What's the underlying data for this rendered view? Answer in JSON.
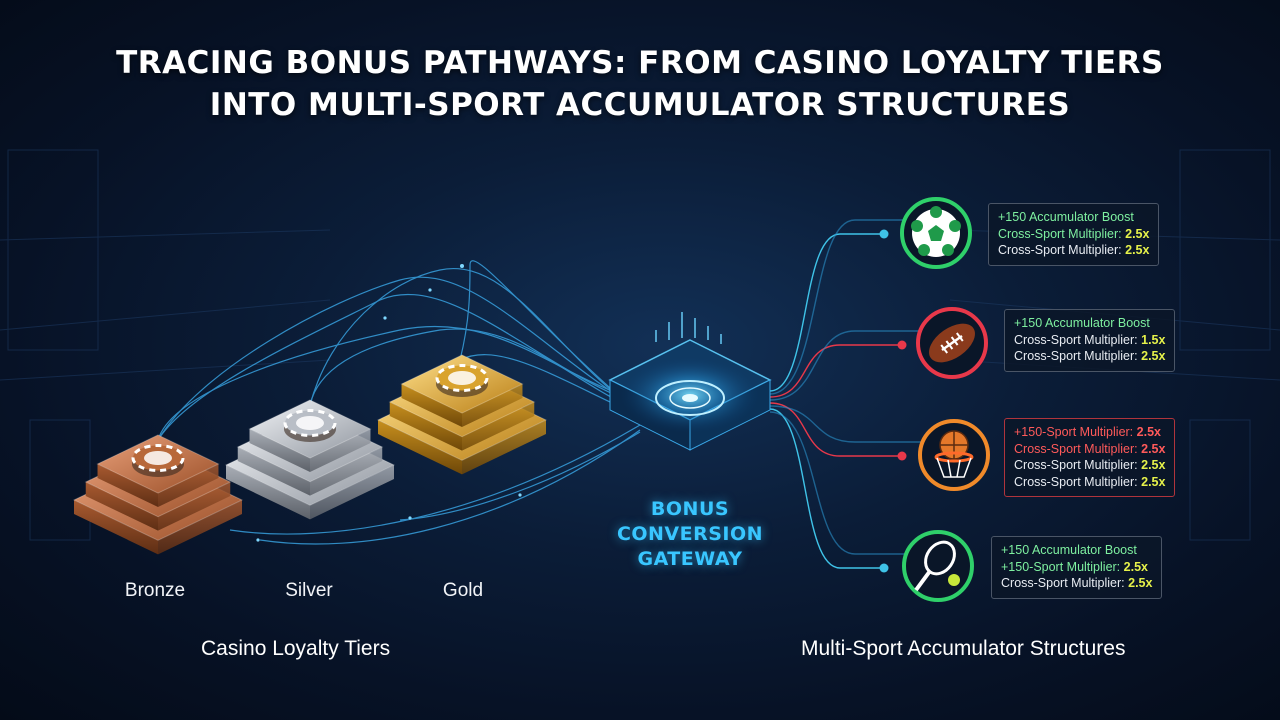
{
  "title": {
    "line1": "TRACING BONUS PATHWAYS: FROM CASINO LOYALTY TIERS",
    "line2": "INTO MULTI-SPORT ACCUMULATOR STRUCTURES"
  },
  "tiers": {
    "section_label": "Casino Loyalty Tiers",
    "items": [
      {
        "label": "Bronze",
        "color": "#b8683a"
      },
      {
        "label": "Silver",
        "color": "#b9bec6"
      },
      {
        "label": "Gold",
        "color": "#d9a32e"
      }
    ]
  },
  "gateway": {
    "line1": "BONUS",
    "line2": "CONVERSION",
    "line3": "GATEWAY",
    "color": "#39c6ff"
  },
  "sports": {
    "section_label": "Multi-Sport Accumulator Structures",
    "items": [
      {
        "icon": "soccer-ball-icon",
        "ring_color": "#2fd06a",
        "box_border": "#4a5566",
        "lines": [
          {
            "text": "+150 Accumulator Boost",
            "value": "",
            "color": "#7ef0a0",
            "value_color": "#7ef0a0"
          },
          {
            "text": "Cross-Sport Multiplier: ",
            "value": "2.5x",
            "color": "#7ef0a0",
            "value_color": "#e6f24a"
          },
          {
            "text": "Cross-Sport Multiplier: ",
            "value": "2.5x",
            "color": "#e8ecf2",
            "value_color": "#e6f24a"
          }
        ]
      },
      {
        "icon": "american-football-icon",
        "ring_color": "#e8384a",
        "box_border": "#4a5566",
        "lines": [
          {
            "text": "+150 Accumulator Boost",
            "value": "",
            "color": "#7ef0a0",
            "value_color": "#7ef0a0"
          },
          {
            "text": "Cross-Sport Multiplier: ",
            "value": "1.5x",
            "color": "#e8ecf2",
            "value_color": "#e6f24a"
          },
          {
            "text": "Cross-Sport Multiplier: ",
            "value": "2.5x",
            "color": "#e8ecf2",
            "value_color": "#e6f24a"
          }
        ]
      },
      {
        "icon": "basketball-icon",
        "ring_color": "#f08a2a",
        "box_border": "#b0343c",
        "lines": [
          {
            "text": "+150-Sport Multiplier: ",
            "value": "2.5x",
            "color": "#ff5a5a",
            "value_color": "#ff5a5a"
          },
          {
            "text": "Cross-Sport Multiplier: ",
            "value": "2.5x",
            "color": "#ff5a5a",
            "value_color": "#ff5a5a"
          },
          {
            "text": "Cross-Sport Multiplier: ",
            "value": "2.5x",
            "color": "#e8ecf2",
            "value_color": "#e6f24a"
          },
          {
            "text": "Cross-Sport Multiplier: ",
            "value": "2.5x",
            "color": "#e8ecf2",
            "value_color": "#e6f24a"
          }
        ]
      },
      {
        "icon": "tennis-racket-icon",
        "ring_color": "#2fd06a",
        "box_border": "#4a5566",
        "lines": [
          {
            "text": "+150 Accumulator Boost",
            "value": "",
            "color": "#7ef0a0",
            "value_color": "#7ef0a0"
          },
          {
            "text": "+150-Sport Multiplier: ",
            "value": "2.5x",
            "color": "#7ef0a0",
            "value_color": "#e6f24a"
          },
          {
            "text": "Cross-Sport Multiplier: ",
            "value": "2.5x",
            "color": "#e8ecf2",
            "value_color": "#e6f24a"
          }
        ]
      }
    ]
  }
}
